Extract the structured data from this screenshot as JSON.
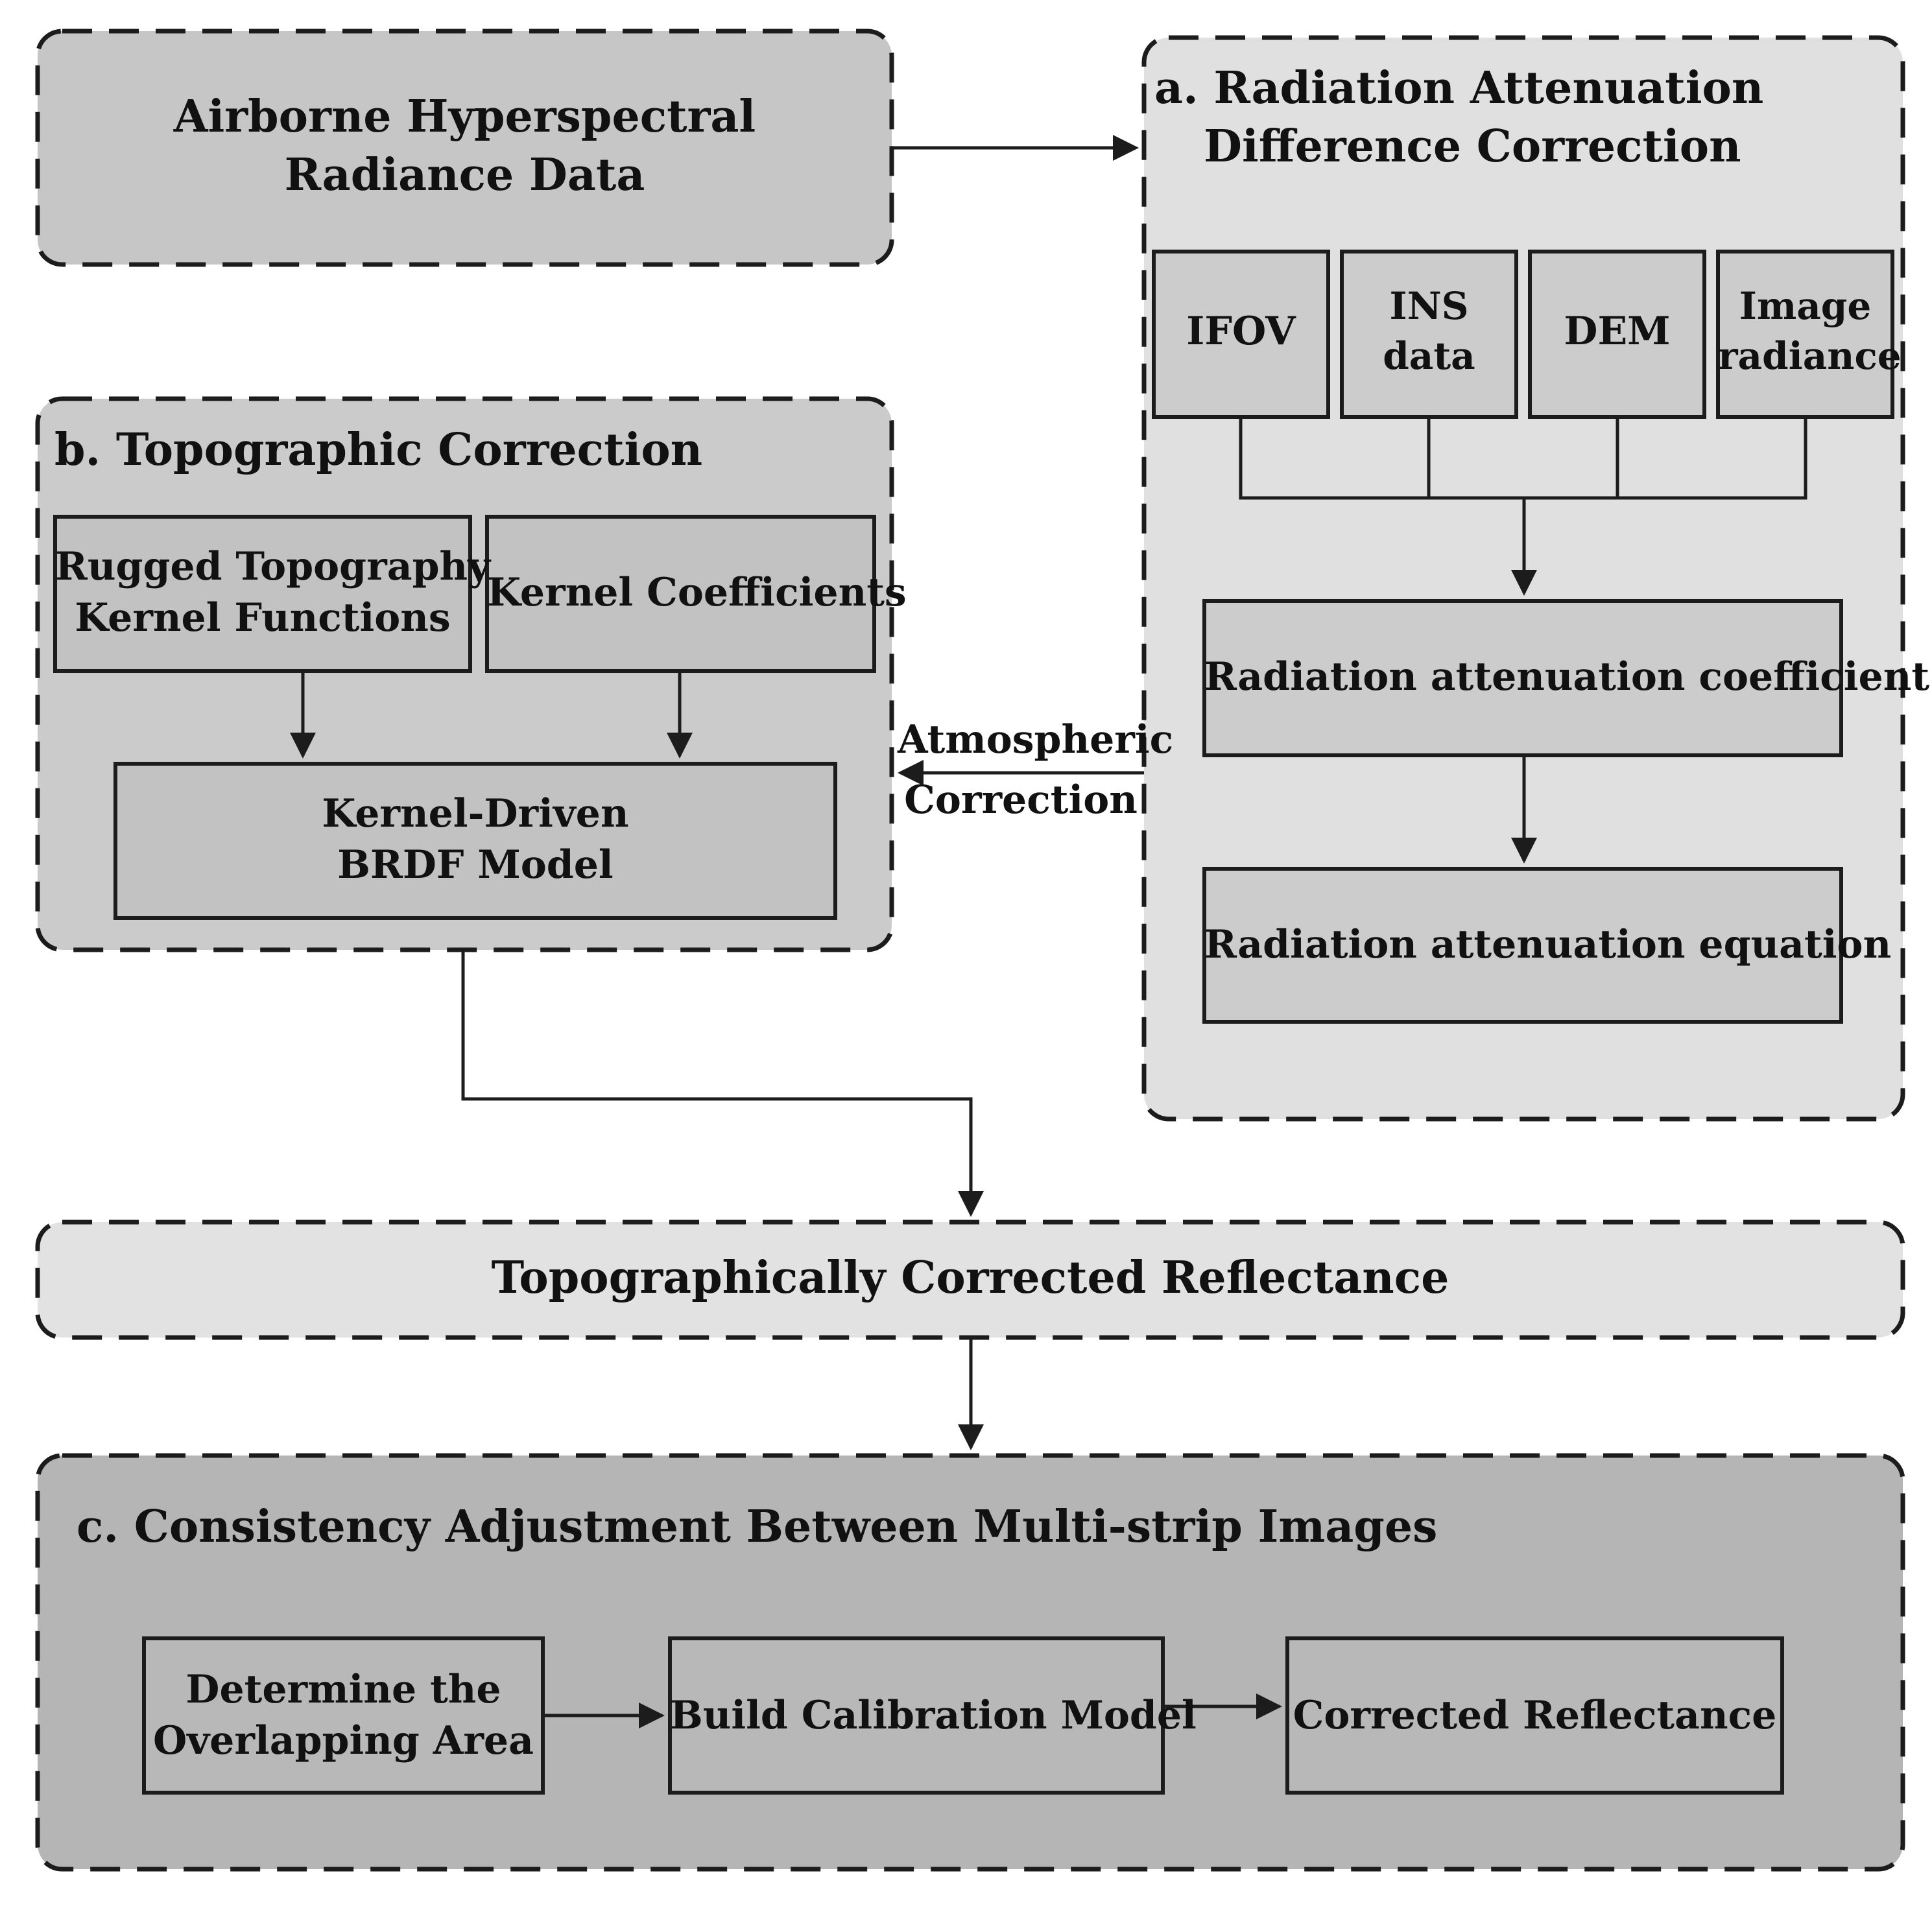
{
  "airborne_data": {
    "line1": "Airborne Hyperspectral",
    "line2": "Radiance Data"
  },
  "section_a": {
    "title_line1": "a. Radiation Attenuation",
    "title_line2": "Difference Correction",
    "inputs": [
      {
        "line1": "IFOV",
        "line2": ""
      },
      {
        "line1": "INS",
        "line2": "data"
      },
      {
        "line1": "DEM",
        "line2": ""
      },
      {
        "line1": "Image",
        "line2": "radiance"
      }
    ],
    "coefficient": "Radiation attenuation coefficient",
    "equation": "Radiation attenuation equation"
  },
  "section_b": {
    "title": "b. Topographic Correction",
    "kernel_functions_line1": "Rugged Topography",
    "kernel_functions_line2": "Kernel Functions",
    "kernel_coefficients": "Kernel Coefficients",
    "brdf_line1": "Kernel-Driven",
    "brdf_line2": "BRDF Model"
  },
  "atmospheric_label": {
    "line1": "Atmospheric",
    "line2": "Correction"
  },
  "topo_reflectance": "Topographically Corrected Reflectance",
  "section_c": {
    "title": "c. Consistency Adjustment Between Multi-strip Images",
    "step1_line1": "Determine the",
    "step1_line2": "Overlapping Area",
    "step2": "Build Calibration Model",
    "step3": "Corrected Reflectance"
  },
  "colors": {
    "panel_dark": "#c6c6c6",
    "panel_mid": "#cbcbcb",
    "panel_light": "#e2e2e2",
    "panel_bottom": "#b5b5b5",
    "border": "#1c1c1c"
  }
}
